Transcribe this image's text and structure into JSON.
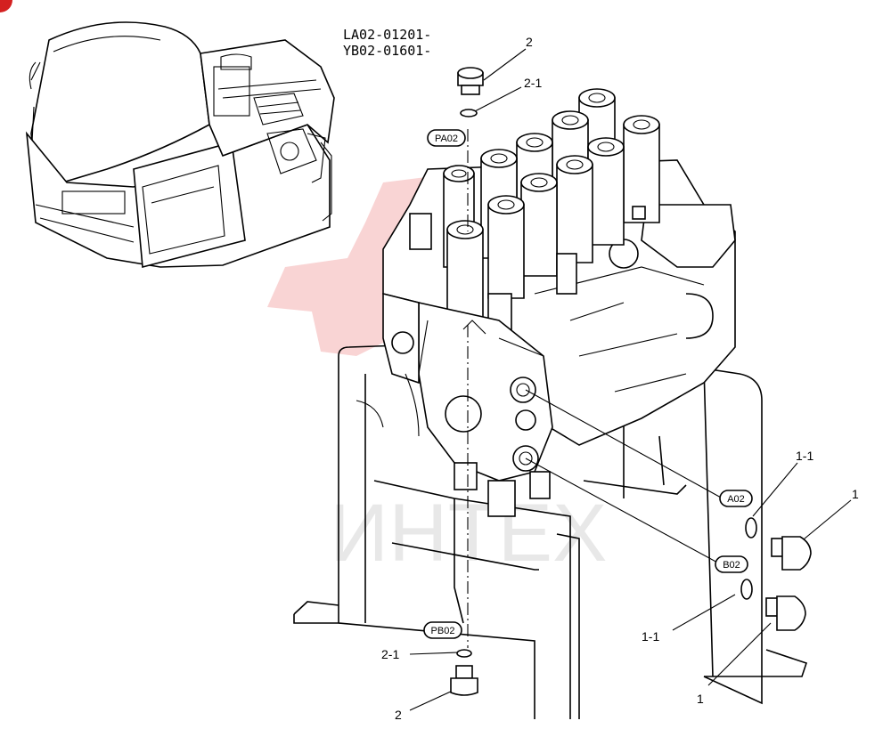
{
  "serials": [
    "LA02-01201-",
    "YB02-01601-"
  ],
  "callouts": {
    "plug_top": "2",
    "oring_top": "2-1",
    "plug_bottom": "2",
    "oring_bottom": "2-1",
    "oring_a": "1-1",
    "oring_b": "1-1",
    "plug_a": "1",
    "plug_b": "1"
  },
  "port_tags": {
    "pa": "PA02",
    "pb": "PB02",
    "a": "A02",
    "b": "B02"
  },
  "watermark": {
    "text": "ИНТЕХ",
    "color": "#e23b3b"
  },
  "corner_badge": {
    "color": "#d42020"
  }
}
